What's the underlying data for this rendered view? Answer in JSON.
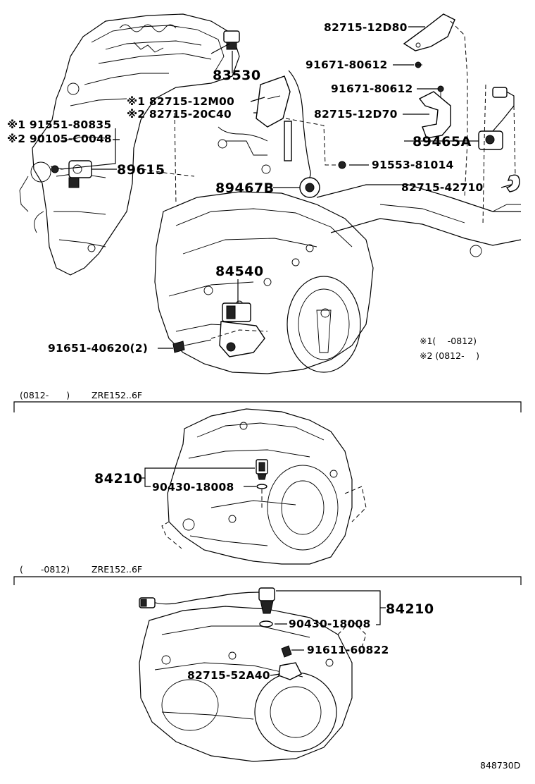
{
  "diagram_id": "848730D",
  "top_section": {
    "labels": {
      "p82715_12D80": "82715-12D80",
      "p91671_80612_a": "91671-80612",
      "p91671_80612_b": "91671-80612",
      "p83530": "83530",
      "p82715_12M00": "※1 82715-12M00",
      "p82715_20C40": "※2 82715-20C40",
      "p82715_12D70": "82715-12D70",
      "p91551_80835": "※1 91551-80835",
      "p90105_C0048": "※2 90105-C0048",
      "p89465A": "89465A",
      "p89615": "89615",
      "p91553_81014": "91553-81014",
      "p89467B": "89467B",
      "p82715_42710": "82715-42710",
      "p84540": "84540",
      "p91651_40620": "91651-40620(2)"
    },
    "notes": {
      "note1": "※1(　 -0812)",
      "note2": "※2 (0812-　 )"
    }
  },
  "middle_section": {
    "header_range": "(0812-　　)",
    "header_model": "ZRE152..6F",
    "labels": {
      "p84210": "84210",
      "p90430_18008": "90430-18008"
    }
  },
  "bottom_section": {
    "header_range": "(　　-0812)",
    "header_model": "ZRE152..6F",
    "labels": {
      "p84210": "84210",
      "p90430_18008": "90430-18008",
      "p91611_60822": "91611-60822",
      "p82715_52A40": "82715-52A40"
    }
  }
}
